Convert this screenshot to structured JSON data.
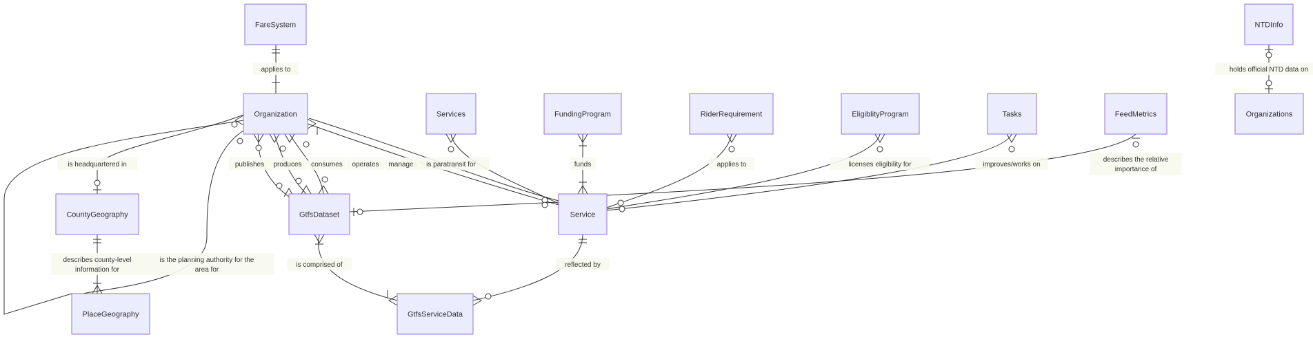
{
  "diagram": {
    "type": "entity-relationship",
    "colors": {
      "entity_fill": "#ececff",
      "entity_stroke": "#9370db",
      "edge": "#333333",
      "label_background": "#f7f9ee",
      "text": "#333333"
    },
    "entities": [
      {
        "id": "FareSystem",
        "label": "FareSystem"
      },
      {
        "id": "NTDInfo",
        "label": "NTDInfo"
      },
      {
        "id": "Organization",
        "label": "Organization"
      },
      {
        "id": "Services",
        "label": "Services"
      },
      {
        "id": "FundingProgram",
        "label": "FundingProgram"
      },
      {
        "id": "RiderRequirement",
        "label": "RiderRequirement"
      },
      {
        "id": "EligiblityProgram",
        "label": "EligiblityProgram"
      },
      {
        "id": "Tasks",
        "label": "Tasks"
      },
      {
        "id": "FeedMetrics",
        "label": "FeedMetrics"
      },
      {
        "id": "Organizations",
        "label": "Organizations"
      },
      {
        "id": "CountyGeography",
        "label": "CountyGeography"
      },
      {
        "id": "GtfsDataset",
        "label": "GtfsDataset"
      },
      {
        "id": "Service",
        "label": "Service"
      },
      {
        "id": "PlaceGeography",
        "label": "PlaceGeography"
      },
      {
        "id": "GtfsServiceData",
        "label": "GtfsServiceData"
      }
    ],
    "relationships": [
      {
        "id": "r1",
        "from": "FareSystem",
        "to": "Organization",
        "label": [
          "applies to"
        ]
      },
      {
        "id": "r2",
        "from": "NTDInfo",
        "to": "Organizations",
        "label": [
          "holds official NTD data on"
        ]
      },
      {
        "id": "r3",
        "from": "Organization",
        "to": "CountyGeography",
        "label": [
          "is headquartered in"
        ]
      },
      {
        "id": "r4",
        "from": "Organization",
        "to": "PlaceGeography",
        "label": [
          "is headquartered in"
        ]
      },
      {
        "id": "r5",
        "from": "Organization",
        "to": "GtfsDataset",
        "label": [
          "publishes"
        ]
      },
      {
        "id": "r6",
        "from": "Organization",
        "to": "GtfsDataset",
        "label": [
          "produces"
        ]
      },
      {
        "id": "r7",
        "from": "Organization",
        "to": "GtfsDataset",
        "label": [
          "consumes"
        ]
      },
      {
        "id": "r8",
        "from": "Organization",
        "to": "Service",
        "label": [
          "operates"
        ]
      },
      {
        "id": "r9",
        "from": "Organization",
        "to": "Service",
        "label": [
          "manages"
        ]
      },
      {
        "id": "r10",
        "from": "Services",
        "to": "Service",
        "label": [
          "is paratransit for"
        ]
      },
      {
        "id": "r11",
        "from": "FundingProgram",
        "to": "Service",
        "label": [
          "funds"
        ]
      },
      {
        "id": "r12",
        "from": "RiderRequirement",
        "to": "Service",
        "label": [
          "applies to"
        ]
      },
      {
        "id": "r13",
        "from": "EligiblityProgram",
        "to": "Service",
        "label": [
          "licenses eligibility for"
        ]
      },
      {
        "id": "r14",
        "from": "Tasks",
        "to": "Service",
        "label": [
          "improves/works on"
        ]
      },
      {
        "id": "r15",
        "from": "FeedMetrics",
        "to": "Service",
        "label": [
          "describes the relative",
          "importance of"
        ]
      },
      {
        "id": "r16",
        "from": "CountyGeography",
        "to": "PlaceGeography",
        "label": [
          "describes county-level",
          "information for"
        ]
      },
      {
        "id": "r17",
        "from": "Organization",
        "to": "PlaceGeography",
        "label": [
          "is the planning authority for the",
          "area for"
        ]
      },
      {
        "id": "r18",
        "from": "GtfsDataset",
        "to": "Service",
        "label": []
      },
      {
        "id": "r19",
        "from": "GtfsDataset",
        "to": "GtfsServiceData",
        "label": [
          "is comprised of"
        ]
      },
      {
        "id": "r20",
        "from": "Service",
        "to": "GtfsServiceData",
        "label": [
          "reflected by"
        ]
      }
    ]
  }
}
